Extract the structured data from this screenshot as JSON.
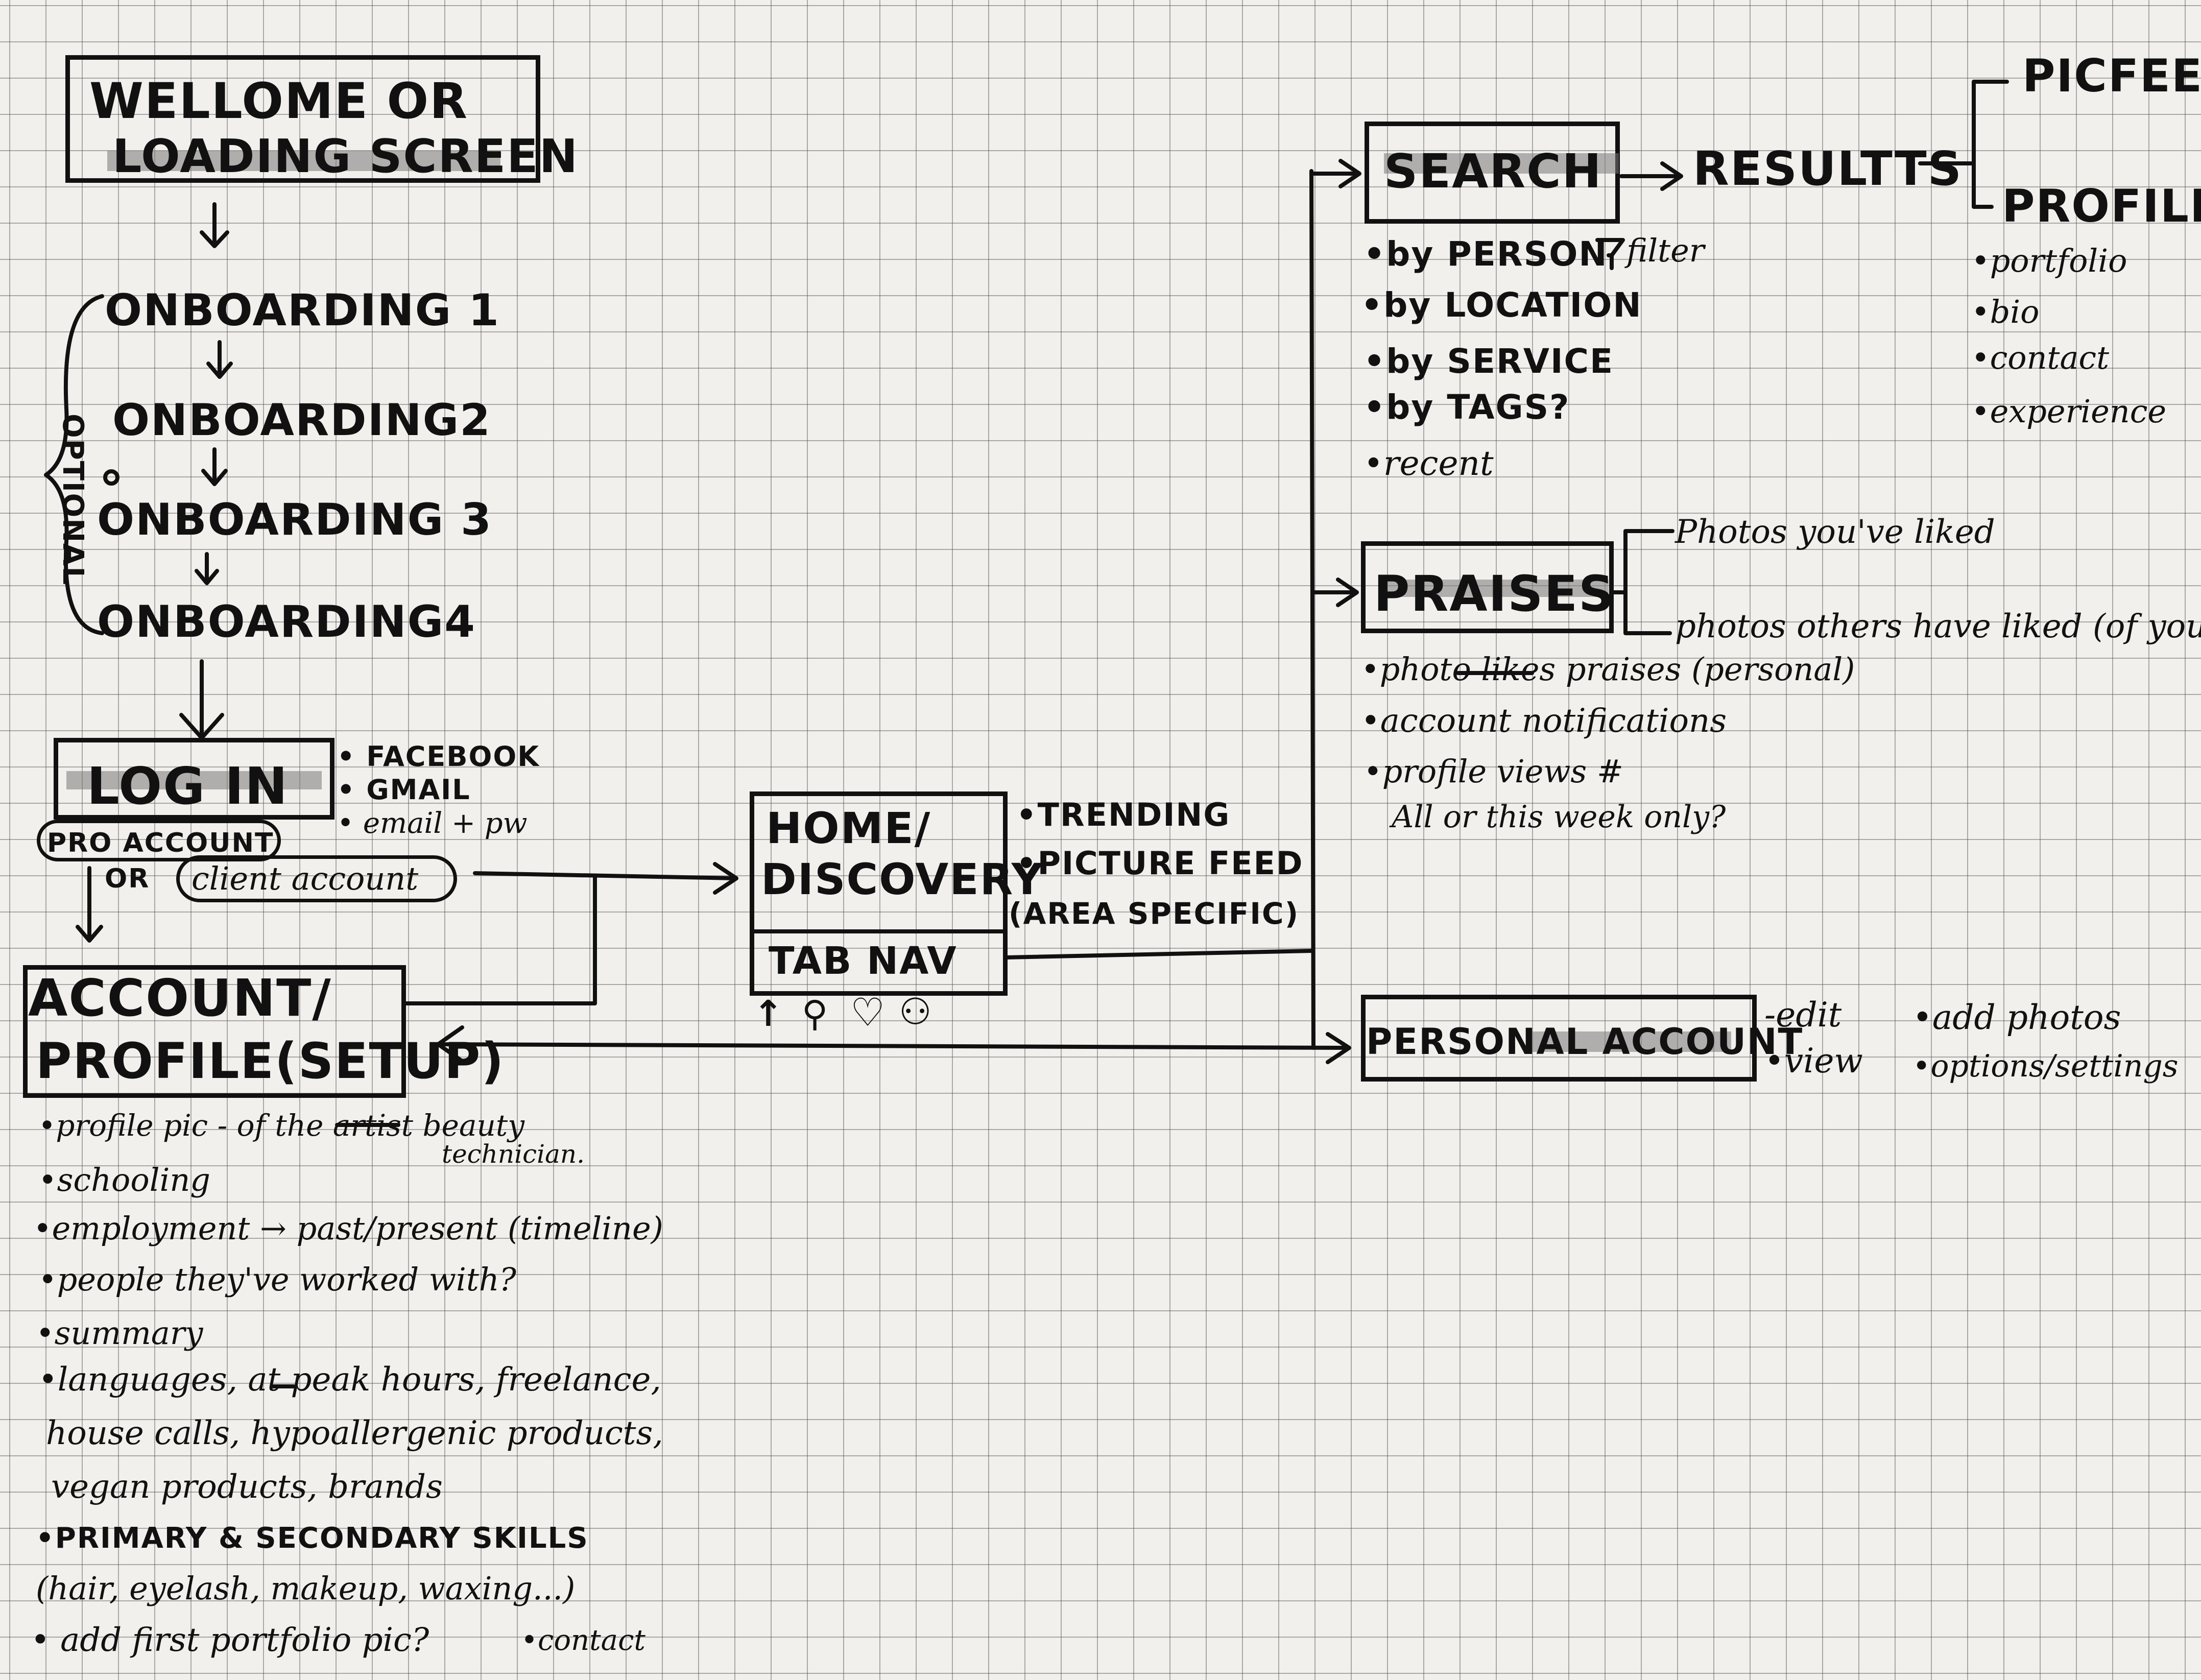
{
  "welcome": {
    "line1": "WELLOME OR",
    "line2": "LOADING SCREEN"
  },
  "onboarding": {
    "side_label": "OPTIONAL",
    "steps": [
      "ONBOARDING 1",
      "ONBOARDING2",
      "ONBOARDING 3",
      "ONBOARDING4"
    ]
  },
  "login": {
    "title": "LOG IN",
    "methods": [
      "• FACEBOOK",
      "• GMAIL",
      "• email + pw"
    ],
    "pro_account": "PRO ACCOUNT",
    "or": "OR",
    "client_account": "client account"
  },
  "account": {
    "line1": "ACCOUNT/",
    "line2": "PROFILE(SETUP)",
    "items": [
      "•profile pic - of the artist beauty",
      "technician.",
      "•schooling",
      "•employment → past/present (timeline)",
      "•people they've worked with?",
      "•summary",
      "•languages, at peak hours, freelance,",
      "house calls, hypoallergenic products,",
      "vegan products, brands",
      "•PRIMARY & SECONDARY SKILLS",
      "(hair, eyelash, makeup, waxing...)",
      "• add first portfolio pic?"
    ],
    "contact": "•contact"
  },
  "home": {
    "line1": "HOME/",
    "line2": "DISCOVERY",
    "tab_nav": "TAB NAV",
    "tab_icons": [
      "↑",
      "⚲",
      "♡",
      "⚇"
    ],
    "notes": [
      "•TRENDING",
      "•PICTURE FEED",
      "(AREA SPECIFIC)"
    ]
  },
  "search": {
    "title": "SEARCH",
    "results": "RESULTTS",
    "filter": "filter",
    "items": [
      "•by PERSON",
      "•by LOCATION",
      "•by SERVICE",
      "•by TAGS?",
      "•recent"
    ]
  },
  "results_branches": {
    "picfeed": "PICFEED",
    "profiles": "PROFILES",
    "profile_items": [
      "•portfolio",
      "•bio",
      "•contact",
      "•experience"
    ]
  },
  "praises": {
    "title": "PRAISES",
    "branch1": "Photos you've liked",
    "branch2": "photos others have liked (of yours)",
    "item1_struck": "photo likes",
    "item1_rest": " praises (personal)",
    "item2": "•account notifications",
    "item3": "•profile views #",
    "item4": "All or this week only?"
  },
  "personal": {
    "title": "PERSONAL ACCOUNT",
    "col1": [
      "-edit",
      "•view"
    ],
    "col2": [
      "•add photos",
      "•options/settings"
    ]
  }
}
